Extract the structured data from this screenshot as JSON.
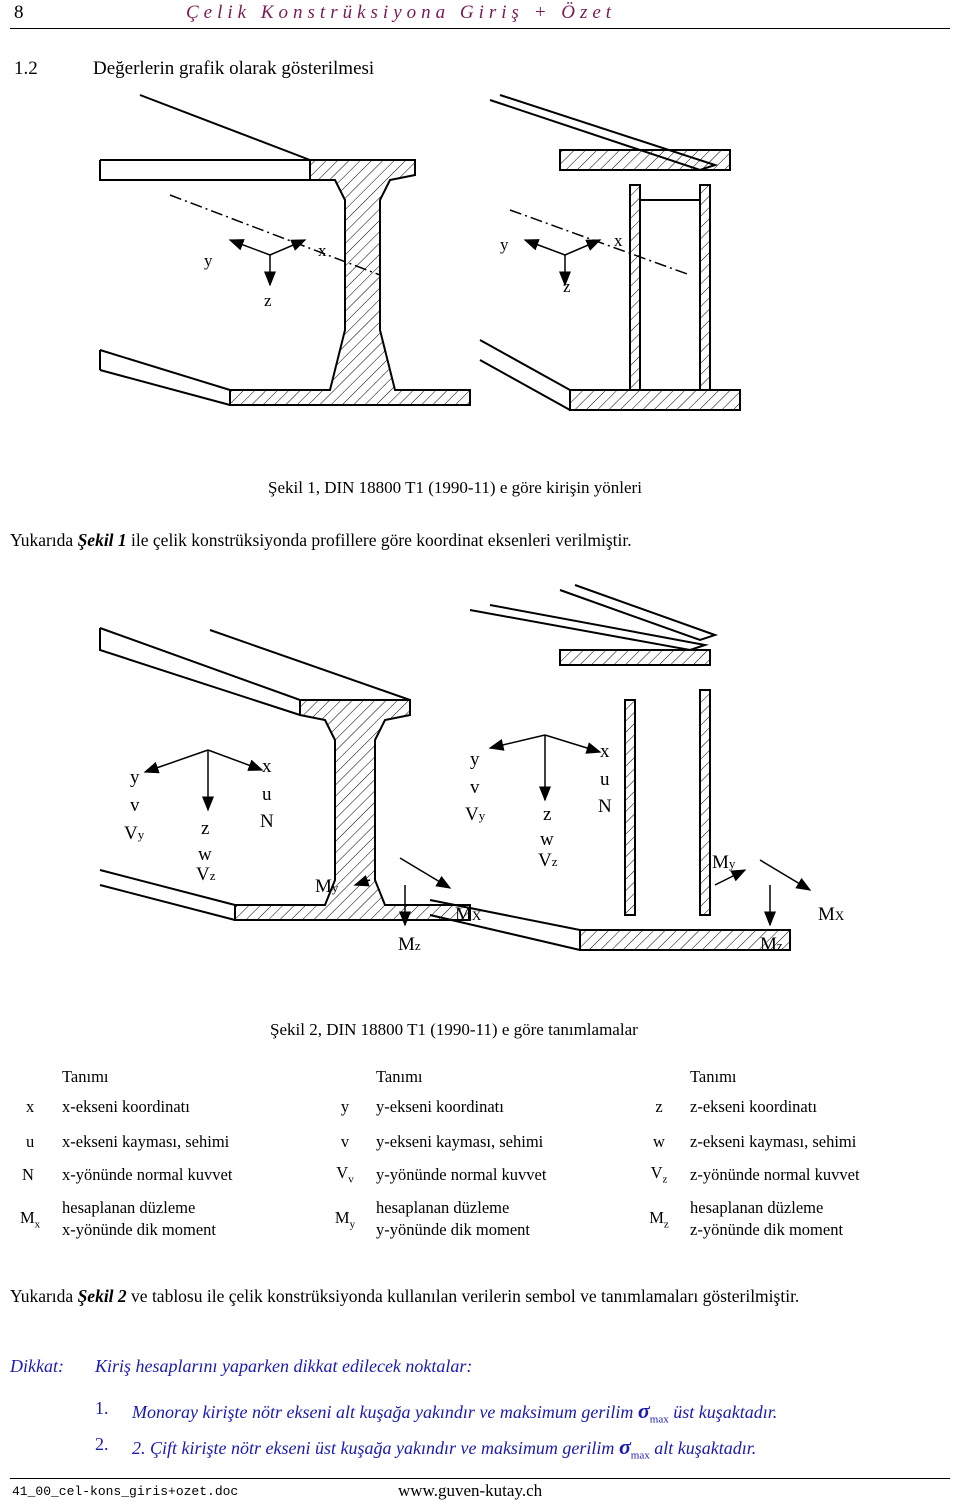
{
  "header": {
    "page_number": "8",
    "title": "Çelik Konstrüksiyona Giriş + Özet"
  },
  "section": {
    "number": "1.2",
    "title": "Değerlerin grafik olarak gösterilmesi"
  },
  "figure1": {
    "labels": {
      "y1": "y",
      "x1": "x",
      "z1": "z",
      "y2": "y",
      "x2": "x",
      "z2": "z"
    },
    "caption": "Şekil 1, DIN 18800 T1 (1990-11) e göre kirişin yönleri"
  },
  "para1": {
    "before": "Yukarıda ",
    "ref": "Şekil 1",
    "after": " ile çelik konstrüksiyonda profillere göre koordinat eksenleri verilmiştir."
  },
  "figure2": {
    "labels": {
      "l_y": "y",
      "l_v": "v",
      "l_Vy": "V",
      "l_Vy_sub": "y",
      "l_z": "z",
      "l_w": "w",
      "l_Vz": "V",
      "l_Vz_sub": "z",
      "l_x": "x",
      "l_u": "u",
      "l_N": "N",
      "l_My": "M",
      "l_My_sub": "y",
      "l_Mz": "M",
      "l_Mz_sub": "z",
      "l_Mx": "M",
      "l_Mx_sub": "X",
      "r_y": "y",
      "r_v": "v",
      "r_Vy": "V",
      "r_Vy_sub": "y",
      "r_z": "z",
      "r_w": "w",
      "r_Vz": "V",
      "r_Vz_sub": "z",
      "r_x": "x",
      "r_u": "u",
      "r_N": "N",
      "r_My": "M",
      "r_My_sub": "y",
      "r_Mz": "M",
      "r_Mz_sub": "z",
      "r_Mx": "M",
      "r_Mx_sub": "X"
    },
    "caption": "Şekil 2, DIN 18800 T1 (1990-11) e göre tanımlamalar"
  },
  "table": {
    "headers": [
      "Tanımı",
      "Tanımı",
      "Tanımı"
    ],
    "rows": [
      {
        "s1": "x",
        "s1_sub": "",
        "d1": "x-ekseni koordinatı",
        "s2": "y",
        "s2_sub": "",
        "d2": "y-ekseni koordinatı",
        "s3": "z",
        "s3_sub": "",
        "d3": "z-ekseni koordinatı"
      },
      {
        "s1": "u",
        "s1_sub": "",
        "d1": "x-ekseni kayması, sehimi",
        "s2": "v",
        "s2_sub": "",
        "d2": "y-ekseni kayması, sehimi",
        "s3": "w",
        "s3_sub": "",
        "d3": "z-ekseni kayması, sehimi"
      },
      {
        "s1": "N",
        "s1_sub": "",
        "d1": "x-yönünde normal kuvvet",
        "s2": "V",
        "s2_sub": "v",
        "d2": "y-yönünde normal kuvvet",
        "s3": "V",
        "s3_sub": "z",
        "d3": "z-yönünde normal kuvvet"
      },
      {
        "s1": "M",
        "s1_sub": "x",
        "d1a": "hesaplanan düzleme",
        "d1b": "x-yönünde dik moment",
        "s2": "M",
        "s2_sub": "y",
        "d2a": "hesaplanan düzleme",
        "d2b": "y-yönünde dik moment",
        "s3": "M",
        "s3_sub": "z",
        "d3a": "hesaplanan düzleme",
        "d3b": "z-yönünde dik moment"
      }
    ]
  },
  "para2": {
    "before": "Yukarıda ",
    "ref": "Şekil 2",
    "after": " ve tablosu ile çelik konstrüksiyonda kullanılan verilerin sembol ve tanımlamaları gösterilmiştir."
  },
  "note": {
    "label": "Dikkat:",
    "text": "Kiriş hesaplarını yaparken dikkat edilecek noktalar:",
    "items": [
      {
        "num": "1.",
        "text": "Monoray kirişte nötr ekseni alt kuşağa yakındır ve maksimum gerilim ",
        "sigma": "σ",
        "sigma_sub": "max",
        "tail": " üst kuşaktadır."
      },
      {
        "num": "2.",
        "text": "2. Çift kirişte nötr ekseni üst kuşağa yakındır ve  maksimum gerilim ",
        "sigma": "σ",
        "sigma_sub": "max",
        "tail": " alt kuşaktadır."
      }
    ]
  },
  "footer": {
    "file": "41_00_cel-kons_giris+ozet.doc",
    "url": "www.guven-kutay.ch"
  },
  "colors": {
    "title": "#7a1a55",
    "note": "#1a1ab0"
  }
}
